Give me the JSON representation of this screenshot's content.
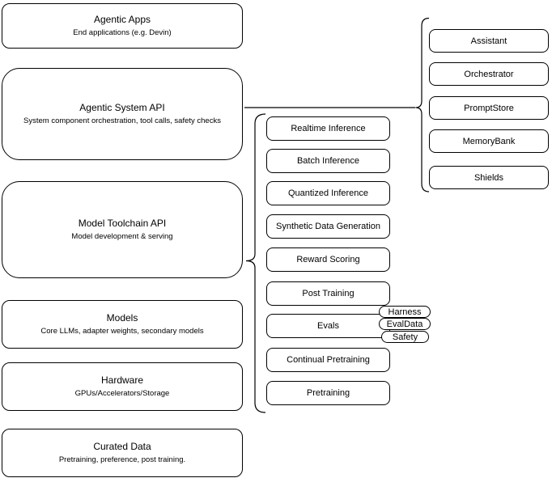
{
  "diagram": {
    "stack": [
      {
        "title": "Agentic Apps",
        "subtitle": "End applications (e.g. Devin)"
      },
      {
        "title": "Agentic System API",
        "subtitle": "System component orchestration, tool calls, safety checks"
      },
      {
        "title": "Model Toolchain API",
        "subtitle": "Model development & serving"
      },
      {
        "title": "Models",
        "subtitle": "Core LLMs, adapter weights, secondary models"
      },
      {
        "title": "Hardware",
        "subtitle": "GPUs/Accelerators/Storage"
      },
      {
        "title": "Curated Data",
        "subtitle": "Pretraining, preference, post training."
      }
    ],
    "toolchain_services": [
      "Realtime Inference",
      "Batch Inference",
      "Quantized Inference",
      "Synthetic Data Generation",
      "Reward Scoring",
      "Post Training",
      "Evals",
      "Continual Pretraining",
      "Pretraining"
    ],
    "eval_components": [
      "Harness",
      "EvalData",
      "Safety"
    ],
    "agentic_components": [
      "Assistant",
      "Orchestrator",
      "PromptStore",
      "MemoryBank",
      "Shields"
    ],
    "style": {
      "stroke": "#000000",
      "background": "#ffffff",
      "text": "#000000"
    }
  }
}
